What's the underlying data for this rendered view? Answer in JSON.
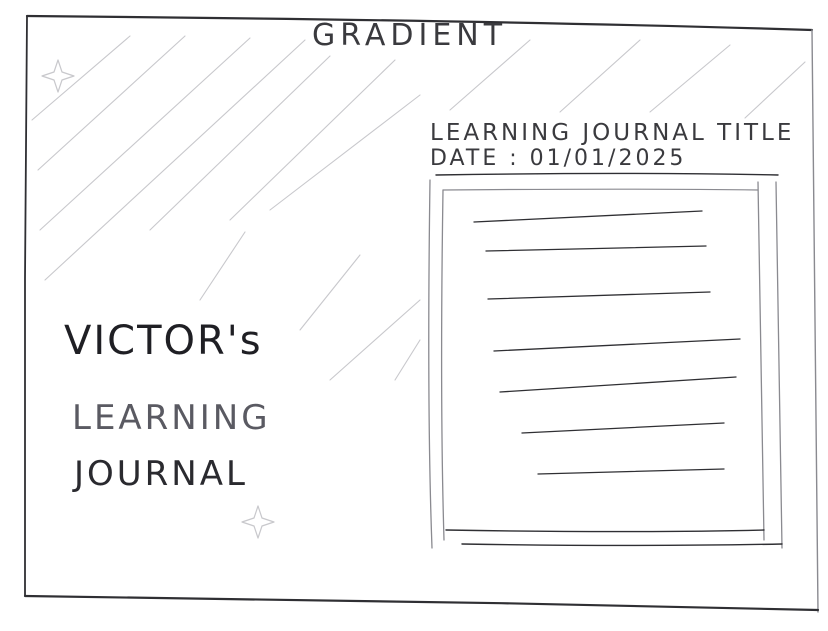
{
  "canvas": {
    "background_label": "GRADIENT"
  },
  "journal_card": {
    "title": "LEARNING JOURNAL TITLE",
    "date": "DATE : 01/01/2025"
  },
  "hero": {
    "line1": "VICTOR's",
    "line2": "LEARNING",
    "line3": "JOURNAL"
  },
  "colors": {
    "ink": "#2f2f33",
    "pencil": "#8a8a90",
    "faint": "#c8c8cc"
  },
  "icons": [
    "sparkle-icon",
    "sparkle-icon"
  ]
}
